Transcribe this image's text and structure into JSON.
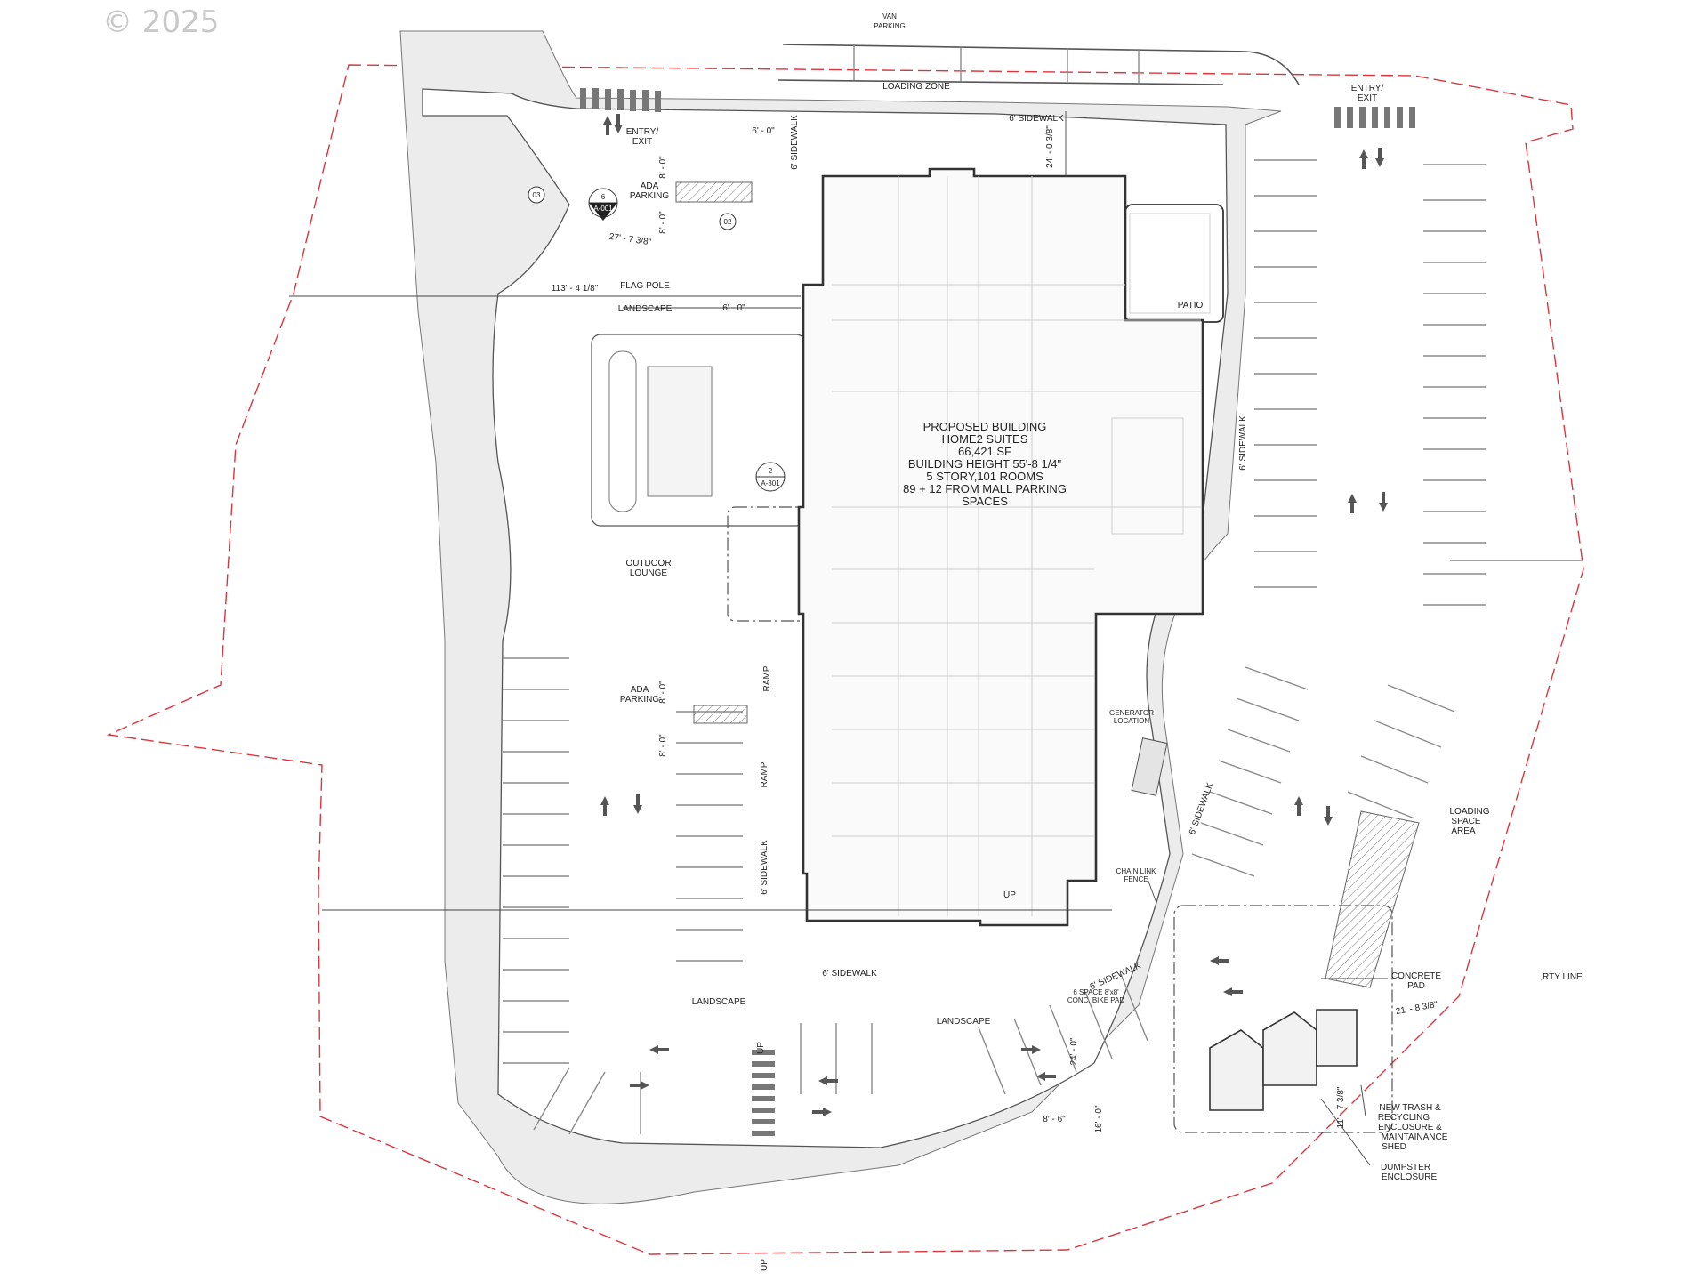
{
  "watermark": "© 2025",
  "building": {
    "lines": [
      "PROPOSED BUILDING",
      "HOME2 SUITES",
      "66,421 SF",
      "BUILDING HEIGHT 55'-8 1/4\"",
      "5 STORY,101 ROOMS",
      "89 + 12 FROM MALL PARKING",
      "SPACES"
    ]
  },
  "labels": {
    "van_parking_1": "VAN",
    "van_parking_2": "PARKING",
    "loading_zone": "LOADING ZONE",
    "sidewalk_top": "6' SIDEWALK",
    "entry_exit_left_1": "ENTRY/",
    "entry_exit_left_2": "EXIT",
    "entry_exit_right_1": "ENTRY/",
    "entry_exit_right_2": "EXIT",
    "ada_parking_top_1": "ADA",
    "ada_parking_top_2": "PARKING",
    "ada_parking_mid_1": "ADA",
    "ada_parking_mid_2": "PARKING",
    "flag_pole": "FLAG POLE",
    "landscape_top": "LANDSCAPE",
    "outdoor_lounge_1": "OUTDOOR",
    "outdoor_lounge_2": "LOUNGE",
    "patio": "PATIO",
    "sidewalk_vertical_top": "6' SIDEWALK",
    "sidewalk_right": "6' SIDEWALK",
    "sidewalk_vertical_left": "6' SIDEWALK",
    "sidewalk_diag": "6' SIDEWALK",
    "sidewalk_bottom": "6' SIDEWALK",
    "sidewalk_bottom_right": "6' SIDEWALK",
    "ramp_1": "RAMP",
    "ramp_2": "RAMP",
    "generator_1": "GENERATOR",
    "generator_2": "LOCATION",
    "chain_link_1": "CHAIN LINK",
    "chain_link_2": "FENCE",
    "loading_space_1": "LOADING",
    "loading_space_2": "SPACE",
    "loading_space_3": "AREA",
    "concrete_pad_1": "CONCRETE",
    "concrete_pad_2": "PAD",
    "property_line": ",RTY LINE",
    "landscape_bottom_left": "LANDSCAPE",
    "landscape_bottom_mid": "LANDSCAPE",
    "bike_pad_1": "6 SPACE 8'x8'",
    "bike_pad_2": "CONC. BIKE PAD",
    "trash_1": "NEW TRASH &",
    "trash_2": "RECYCLING",
    "trash_3": "ENCLOSURE &",
    "trash_4": "MAINTAINANCE",
    "trash_5": "SHED",
    "dumpster_1": "DUMPSTER",
    "dumpster_2": "ENCLOSURE",
    "up_1": "UP",
    "up_2": "UP",
    "up_3": "UP"
  },
  "dimensions": {
    "d_6_0_top": "6' - 0\"",
    "d_24_0_38": "24' - 0 3/8\"",
    "d_8_0_a": "8' - 0\"",
    "d_8_0_b": "8' - 0\"",
    "d_27_7_38": "27' - 7 3/8\"",
    "d_113_4_18": "113' - 4 1/8\"",
    "d_6_0_mid": "6' - 0\"",
    "d_8_0_c": "8' - 0\"",
    "d_8_0_d": "8' - 0\"",
    "d_24_0": "24' - 0\"",
    "d_8_6": "8' - 6\"",
    "d_16_0": "16' - 0\"",
    "d_21_8_38": "21' - 8 3/8\"",
    "d_11_7_38": "11' - 7 3/8\""
  },
  "tags": {
    "tag_03": "03",
    "tag_02": "02",
    "callout_6_num": "6",
    "callout_6_ref": "A-001",
    "callout_2_num": "2",
    "callout_2_ref": "A-301"
  },
  "colors": {
    "property_line": "#d9363e",
    "linework": "#555555",
    "building_outline": "#333333",
    "walk_fill": "#ececec"
  }
}
